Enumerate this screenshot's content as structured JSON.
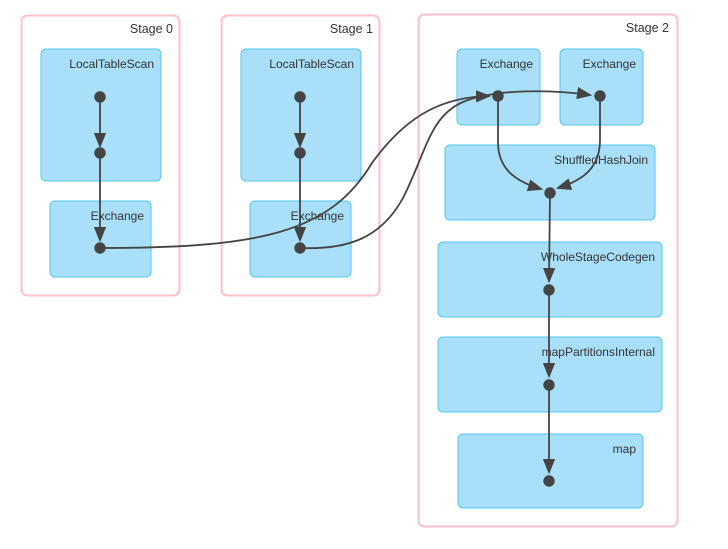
{
  "diagram": {
    "type": "dag",
    "description": "Spark query execution plan DAG with three stages",
    "stages": [
      {
        "label": "Stage 0",
        "nodes": [
          {
            "label": "LocalTableScan"
          },
          {
            "label": "Exchange"
          }
        ]
      },
      {
        "label": "Stage 1",
        "nodes": [
          {
            "label": "LocalTableScan"
          },
          {
            "label": "Exchange"
          }
        ]
      },
      {
        "label": "Stage 2",
        "nodes": [
          {
            "label": "Exchange"
          },
          {
            "label": "Exchange"
          },
          {
            "label": "ShuffledHashJoin"
          },
          {
            "label": "WholeStageCodegen"
          },
          {
            "label": "mapPartitionsInternal"
          },
          {
            "label": "map"
          }
        ]
      }
    ],
    "edges": [
      {
        "from": "stage0.LocalTableScan",
        "to": "stage0.Exchange"
      },
      {
        "from": "stage1.LocalTableScan",
        "to": "stage1.Exchange"
      },
      {
        "from": "stage0.Exchange",
        "to": "stage2.Exchange-left"
      },
      {
        "from": "stage1.Exchange",
        "to": "stage2.Exchange-right"
      },
      {
        "from": "stage2.Exchange-left",
        "to": "stage2.ShuffledHashJoin"
      },
      {
        "from": "stage2.Exchange-right",
        "to": "stage2.ShuffledHashJoin"
      },
      {
        "from": "stage2.ShuffledHashJoin",
        "to": "stage2.WholeStageCodegen"
      },
      {
        "from": "stage2.WholeStageCodegen",
        "to": "stage2.mapPartitionsInternal"
      },
      {
        "from": "stage2.mapPartitionsInternal",
        "to": "stage2.map"
      }
    ],
    "colors": {
      "operator_fill": "#A9DFF8",
      "operator_stroke": "#54C4F1",
      "stage_border": "#FFBECB",
      "edge": "#444444",
      "dot": "#444444",
      "label": "#333333",
      "background": "#FFFFFF"
    }
  }
}
